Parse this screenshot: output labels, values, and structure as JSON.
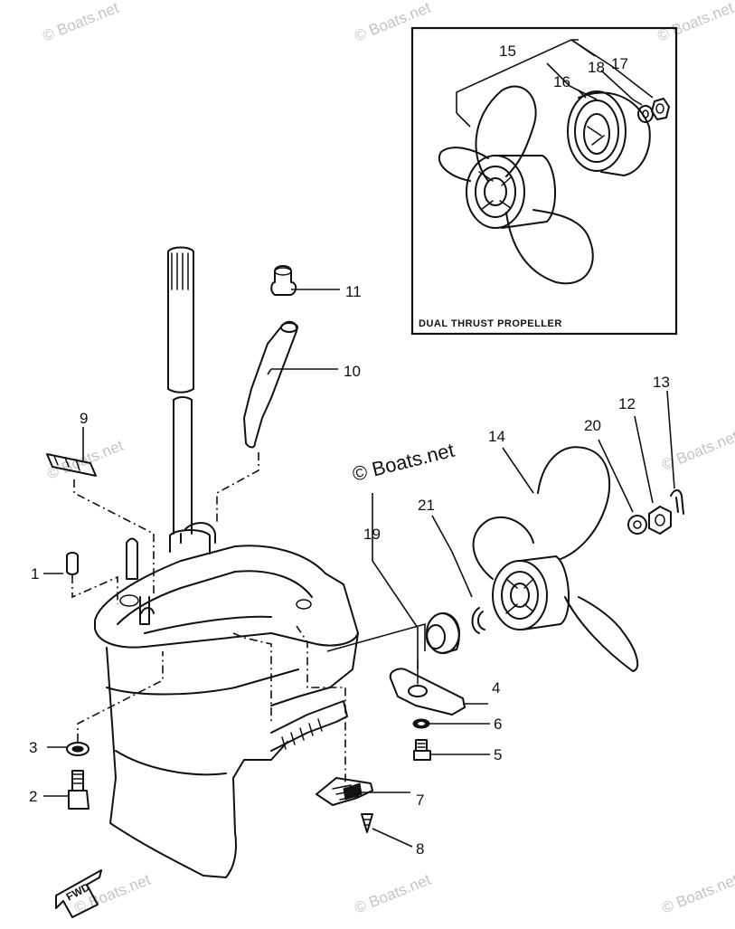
{
  "inset": {
    "title": "DUAL THRUST PROPELLER",
    "callouts": [
      "15",
      "16",
      "17",
      "18"
    ]
  },
  "callouts": {
    "c1": "1",
    "c2": "2",
    "c3": "3",
    "c4": "4",
    "c5": "5",
    "c6": "6",
    "c7": "7",
    "c8": "8",
    "c9": "9",
    "c10": "10",
    "c11": "11",
    "c12": "12",
    "c13": "13",
    "c14": "14",
    "c19": "19",
    "c20": "20",
    "c21": "21"
  },
  "forward_arrow": "FWD",
  "watermark": {
    "center": "© Boats.net",
    "faint": "© Boats.net"
  }
}
